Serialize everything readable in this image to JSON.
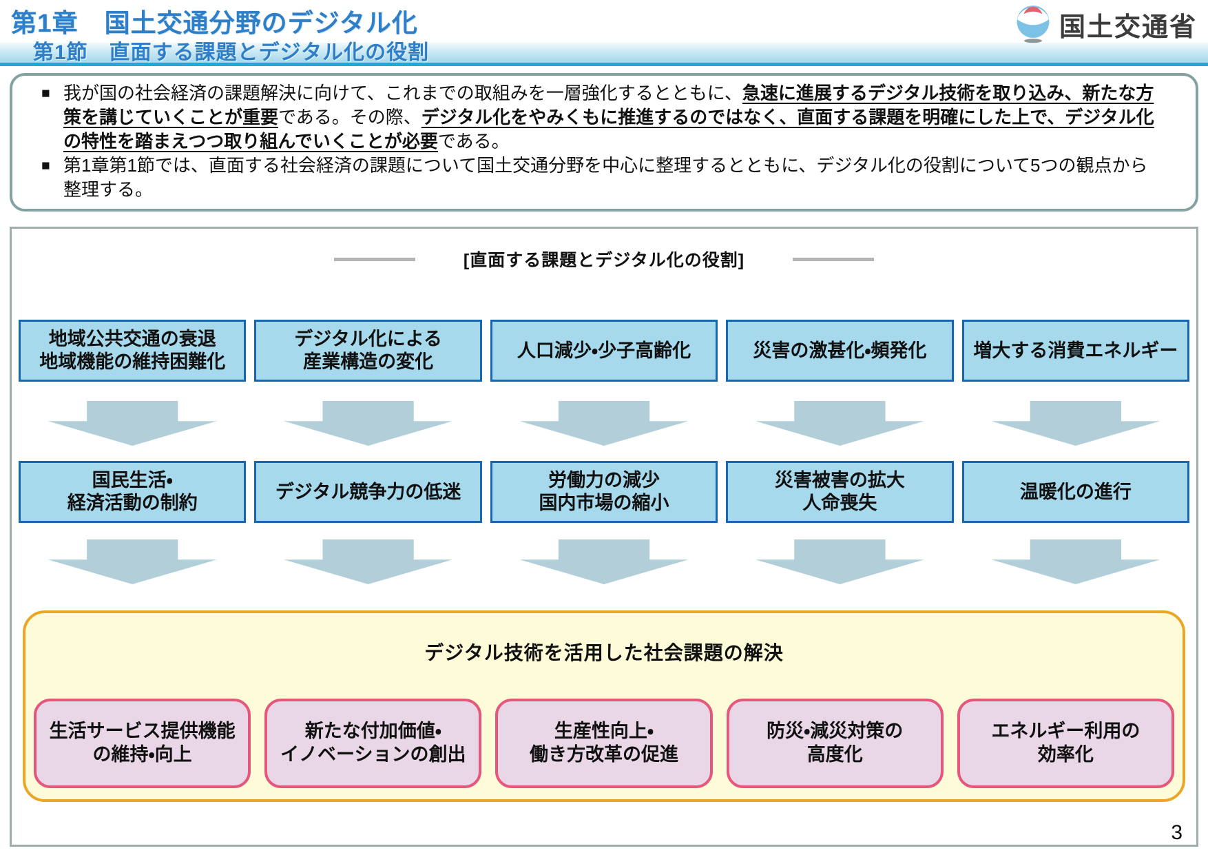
{
  "page": {
    "number": "3"
  },
  "header": {
    "chapter_title": "第1章　国土交通分野のデジタル化",
    "section_title": "第1節　直面する課題とデジタル化の役割",
    "agency_name": "国土交通省"
  },
  "summary": {
    "marker": "■",
    "bullet1": {
      "t1": "我が国の社会経済の課題解決に向けて、これまでの取組みを一層強化するとともに、",
      "t2_emph": "急速に進展するデジタル技術を取り込み、新たな方策を講じていくことが重要",
      "t3": "である。その際、",
      "t4_emph": "デジタル化をやみくもに推進するのではなく、直面する課題を明確にした上で、デジタル化の特性を踏まえつつ取り組んでいくことが必要",
      "t5": "である。"
    },
    "bullet2": "第1章第1節では、直面する社会経済の課題について国土交通分野を中心に整理するとともに、デジタル化の役割について5つの観点から整理する。"
  },
  "diagram": {
    "title": "[直面する課題とデジタル化の役割]",
    "challenges": [
      {
        "line1": "地域公共交通の衰退",
        "line2": "地域機能の維持困難化"
      },
      {
        "line1": "デジタル化による",
        "line2": "産業構造の変化"
      },
      {
        "line1": "人口減少・少子高齢化",
        "line2": ""
      },
      {
        "line1": "災害の激甚化・頻発化",
        "line2": ""
      },
      {
        "line1": "増大する消費エネルギー",
        "line2": ""
      }
    ],
    "impacts": [
      {
        "line1": "国民生活・",
        "line2": "経済活動の制約"
      },
      {
        "line1": "デジタル競争力の低迷",
        "line2": ""
      },
      {
        "line1": "労働力の減少",
        "line2": "国内市場の縮小"
      },
      {
        "line1": "災害被害の拡大",
        "line2": "人命喪失"
      },
      {
        "line1": "温暖化の進行",
        "line2": ""
      }
    ],
    "solution": {
      "title": "デジタル技術を活用した社会課題の解決",
      "items": [
        {
          "line1": "生活サービス提供機能",
          "line2": "の維持・向上"
        },
        {
          "line1": "新たな付加価値・",
          "line2": "イノベーションの創出"
        },
        {
          "line1": "生産性向上・",
          "line2": "働き方改革の促進"
        },
        {
          "line1": "防災・減災対策の",
          "line2": "高度化"
        },
        {
          "line1": "エネルギー利用の",
          "line2": "効率化"
        }
      ]
    }
  },
  "colors": {
    "title_blue": "#2e7fc8",
    "accent_cyan": "#1fa9d4",
    "challenge_fill": "#a7d9ed",
    "challenge_border": "#1766b0",
    "arrow": "#b2cfd9",
    "solution_fill": "#fdfbd8",
    "solution_border": "#eaa727",
    "item_fill": "#e9d7e7",
    "item_border": "#e4587e"
  }
}
